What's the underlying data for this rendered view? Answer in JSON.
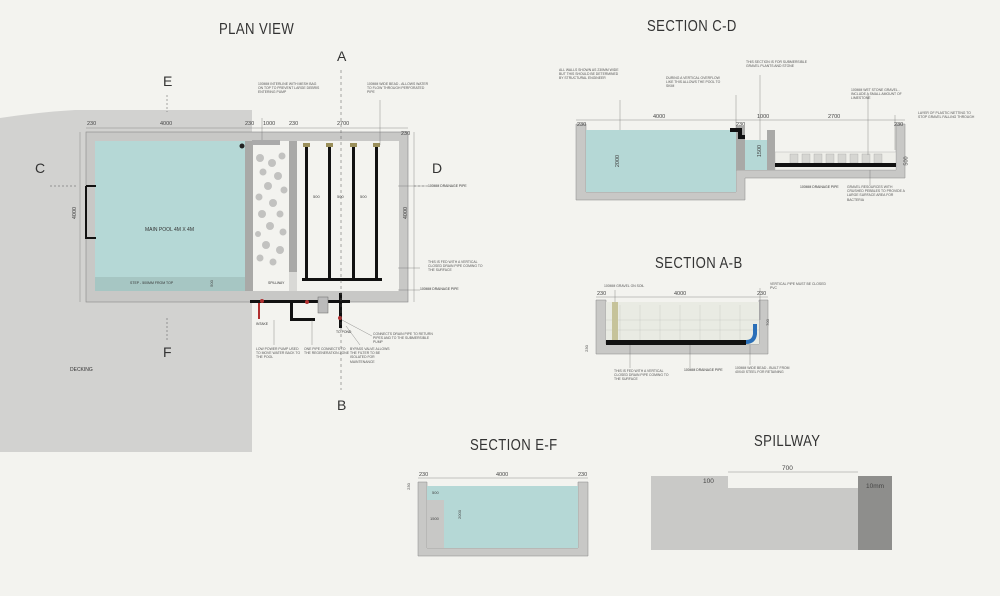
{
  "titles": {
    "plan": "PLAN VIEW",
    "cd": "SECTION C-D",
    "ab": "SECTION A-B",
    "ef": "SECTION E-F",
    "spillway": "SPILLWAY"
  },
  "section_letters": {
    "a": "A",
    "b": "B",
    "c": "C",
    "d": "D",
    "e": "E",
    "f": "F"
  },
  "plan": {
    "pool_label": "MAIN POOL 4M X 4M",
    "decking_label": "DECKING",
    "step_label": "STEP - 500MM FROM TOP",
    "dim_4000": "4000",
    "dim_230a": "230",
    "dim_1000": "1000",
    "dim_230b": "230",
    "dim_2700": "2700",
    "dim_230c": "230",
    "dim_4000_side": "4000",
    "dim_4000_right": "4000",
    "dim_230_side": "230",
    "dim_500_a": "500",
    "dim_500_b": "500",
    "dim_500_c": "500",
    "dim_500_step": "500",
    "spillway_label": "SPILLWAY",
    "drain_pipe_label": "100MM DRAINAGE PIPE",
    "return_label": "100MM DRAINAGE PIPE",
    "pump_label": "TO POND",
    "intake_label": "INTAKE",
    "notes": {
      "n1": "100MM INTERLINE WITH MESH BAG ON TOP TO PREVENT LARGE DEBRIS ENTERING PUMP",
      "n2": "100MM WIDE BEAD - ALLOWS WATER TO FLOW THROUGH PERFORATED PIPE",
      "n3": "THIS IS FED WITH A VERTICAL CLOSED DRAIN PIPE COMING TO THE SURFACE",
      "n4": "CONNECTS DRAIN PIPE TO RETURN PIPES AND TO THE SUBMERSIBLE PUMP",
      "n5": "LOW POWER PUMP USED TO MOVE WATER BACK TO THE POOL",
      "n6": "ONE PIPE CONNECTS TO THE REGENERATION ZONE",
      "n7": "BYPASS VALVE ALLOWS THE FILTER TO BE ISOLATED FOR MAINTENANCE"
    }
  },
  "section_cd": {
    "dim_4000": "4000",
    "dim_1000": "1000",
    "dim_2700": "2700",
    "dim_230a": "230",
    "dim_230b": "230",
    "dim_230c": "230",
    "dim_2000": "2000",
    "dim_1500": "1500",
    "dim_500": "500",
    "pipe_label": "100MM DRAINAGE PIPE",
    "notes": {
      "n1": "ALL WALLS SHOWN AS 230MM WIDE BUT THIS SHOULD BE DETERMINED BY STRUCTURAL ENGINEER",
      "n2": "DURING A VERTICAL OVERFLOW LIKE THIS ALLOWS THE POOL TO SKIM",
      "n3": "THIS SECTION IS FOR SUBMERSIBLE GRAVEL PLANTS AND STONE",
      "n4": "100MM WET STONE GRAVEL - INCLUDE A SMALL AMOUNT OF LIMESTONE",
      "n5": "LAYER OF PLASTIC NETTING TO STOP GRAVEL FALLING THROUGH",
      "n6": "GRAVEL RESOURCES WITH CRUSHED PEBBLES TO PROVIDE A LARGE SURFACE AREA FOR BACTERIA"
    }
  },
  "section_ab": {
    "dim_230a": "230",
    "dim_4000": "4000",
    "dim_230b": "230",
    "dim_side": "700",
    "dim_230c": "230",
    "pipe_label": "100MM DRAINAGE PIPE",
    "notes": {
      "n1": "100MM GRAVEL ON SOIL",
      "n2": "VERTICAL PIPE MUST BE CLOSED PVC",
      "n3": "THIS IS FED WITH A VERTICAL CLOSED DRAIN PIPE COMING TO THE SURFACE",
      "n4": "100MM WIDE BEAD - BUILT FROM 40X40 STEEL FOR RETAINING"
    }
  },
  "section_ef": {
    "dim_230a": "230",
    "dim_4000": "4000",
    "dim_230b": "230",
    "dim_230c": "230",
    "dim_500": "500",
    "dim_2000": "2000",
    "dim_1500": "1500"
  },
  "spillway": {
    "dim_700": "700",
    "dim_100": "100",
    "dim_10mm": "10mm"
  },
  "colors": {
    "background": "#f3f3ef",
    "water": "#b5d8d6",
    "concrete": "#c8c8c6",
    "concrete_dark": "#9a9a98",
    "decking": "#d2d2d0",
    "pipe": "#111111",
    "accent_red": "#b03030",
    "accent_blue": "#2a6fb8"
  }
}
